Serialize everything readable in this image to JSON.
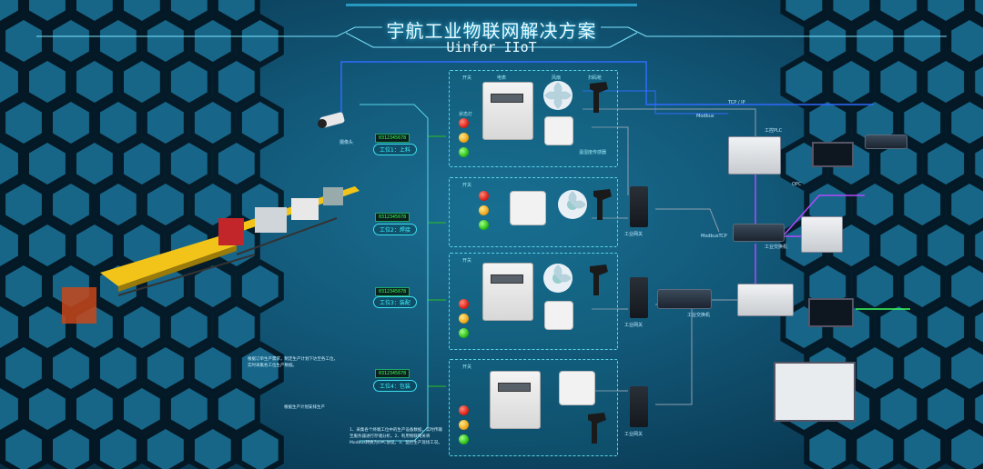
{
  "header": {
    "title_cn": "宇航工业物联网解决方案",
    "title_en": "Uinfor IIoT"
  },
  "stations": [
    {
      "code": "0312345678",
      "label": "工位1：上料"
    },
    {
      "code": "0312345678",
      "label": "工位2：焊接"
    },
    {
      "code": "0312345678",
      "label": "工位3：装配"
    },
    {
      "code": "0312345678",
      "label": "工位4：包装"
    }
  ],
  "panel_labels": {
    "switch": "开关",
    "indicator": "状态灯",
    "meter": "电表",
    "fan": "风扇",
    "scanner": "扫码枪",
    "env_sensor": "温湿度传感器"
  },
  "device_labels": {
    "camera": "摄像头",
    "gateway": "工业网关",
    "plc": "工控PLC",
    "switch": "工业交换机",
    "main_switch": "工业交换机"
  },
  "net_labels": {
    "tcp": "TCP / IP",
    "modbus": "Modbus",
    "modbus_tcp": "ModbusTCP",
    "opc": "OPC"
  },
  "notes": {
    "left1": "根据订单生产需求，制定生产计划下达至各工位，实时采集各工位生产数据。",
    "left2": "根据生产计划安排生产",
    "bottom": "1、采集各个终端工位中的生产设备数据，实时传输至服务器进行存储分析。2、利用物联网关将Modbus转换为OPC协议。3、监控生产现场工况。"
  },
  "colors": {
    "accent": "#3ef5ff",
    "title_glow": "#3ad0ff",
    "code_text": "#3dff5a",
    "line_blue": "#2f6bff",
    "line_purple": "#b04aff",
    "line_green": "#3dff5a"
  }
}
